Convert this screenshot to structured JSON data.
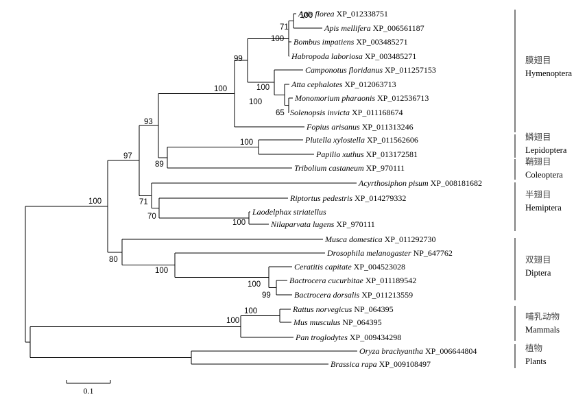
{
  "taxa": [
    {
      "species": "Apis florea",
      "accession": "XP_012338751"
    },
    {
      "species": "Apis mellifera",
      "accession": "XP_006561187"
    },
    {
      "species": "Bombus impatiens",
      "accession": "XP_003485271"
    },
    {
      "species": "Habropoda laboriosa",
      "accession": "XP_003485271"
    },
    {
      "species": "Camponotus floridanus",
      "accession": "XP_011257153"
    },
    {
      "species": "Atta cephalotes",
      "accession": "XP_012063713"
    },
    {
      "species": "Monomorium pharaonis",
      "accession": "XP_012536713"
    },
    {
      "species": "Solenopsis invicta",
      "accession": "XP_011168674"
    },
    {
      "species": "Fopius arisanus",
      "accession": "XP_011313246"
    },
    {
      "species": "Plutella xylostella",
      "accession": "XP_011562606"
    },
    {
      "species": "Papilio xuthus",
      "accession": "XP_013172581"
    },
    {
      "species": "Tribolium castaneum",
      "accession": "XP_970111"
    },
    {
      "species": "Acyrthosiphon pisum",
      "accession": "XP_008181682"
    },
    {
      "species": "Riptortus pedestris",
      "accession": "XP_014279332"
    },
    {
      "species": "Laodelphax striatellus",
      "accession": ""
    },
    {
      "species": "Nilaparvata lugens",
      "accession": "XP_970111"
    },
    {
      "species": "Musca domestica",
      "accession": "XP_011292730"
    },
    {
      "species": "Drosophila melanogaster",
      "accession": "NP_647762"
    },
    {
      "species": "Ceratitis capitate",
      "accession": "XP_004523028"
    },
    {
      "species": "Bactrocera cucurbitae",
      "accession": "XP_011189542"
    },
    {
      "species": "Bactrocera dorsalis",
      "accession": "XP_011213559"
    },
    {
      "species": "Rattus norvegicus",
      "accession": "NP_064395"
    },
    {
      "species": "Mus musculus",
      "accession": "NP_064395"
    },
    {
      "species": "Pan troglodytes",
      "accession": "XP_009434298"
    },
    {
      "species": "Oryza brachyantha",
      "accession": "XP_006644804"
    },
    {
      "species": "Brassica rapa",
      "accession": "XP_009108497"
    }
  ],
  "bootstrap_values": [
    "100",
    "71",
    "100",
    "99",
    "100",
    "100",
    "65",
    "100",
    "93",
    "89",
    "97",
    "71",
    "70",
    "100",
    "100",
    "80",
    "100",
    "100",
    "99",
    "100",
    "100",
    "100"
  ],
  "groups": [
    {
      "chinese": "膜翅目",
      "latin": "Hymenoptera"
    },
    {
      "chinese": "鳞翅目",
      "latin": "Lepidoptera"
    },
    {
      "chinese": "鞘翅目",
      "latin": "Coleoptera"
    },
    {
      "chinese": "半翅目",
      "latin": "Hemiptera"
    },
    {
      "chinese": "双翅目",
      "latin": "Diptera"
    },
    {
      "chinese": "哺乳动物",
      "latin": "Mammals"
    },
    {
      "chinese": "植物",
      "latin": "Plants"
    }
  ],
  "scale_bar": {
    "label": "0.1"
  }
}
